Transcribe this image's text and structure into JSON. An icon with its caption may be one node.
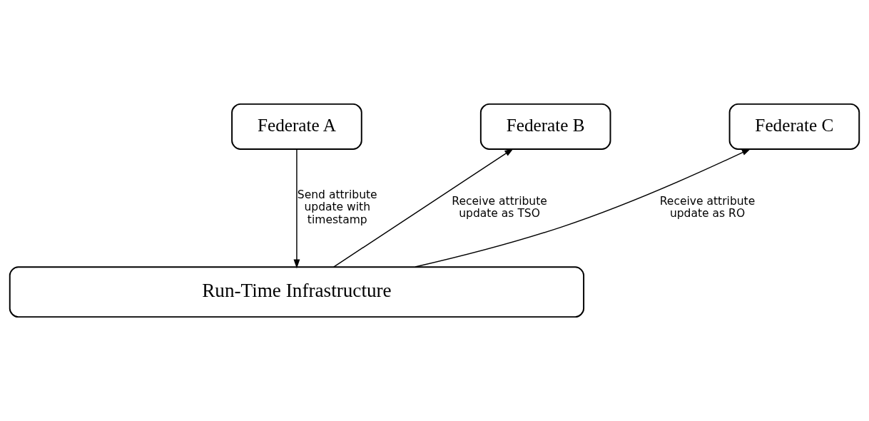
{
  "diagram": {
    "nodes": [
      {
        "text": [
          "Federate A"
        ]
      },
      {
        "text": [
          "Federate B"
        ]
      },
      {
        "text": [
          "Federate C"
        ]
      },
      {
        "text": [
          "Run-Time Infrastructure"
        ]
      }
    ],
    "edges": [
      {
        "from": 0,
        "to": 3,
        "arrow": "to",
        "label": "Send attribute update with timestamp"
      },
      {
        "from": 3,
        "to": 1,
        "arrow": "to",
        "label": "Receive attribute update as TSO"
      },
      {
        "from": 3,
        "to": 2,
        "arrow": "to",
        "label": "Receive attribute update as RO"
      }
    ]
  }
}
